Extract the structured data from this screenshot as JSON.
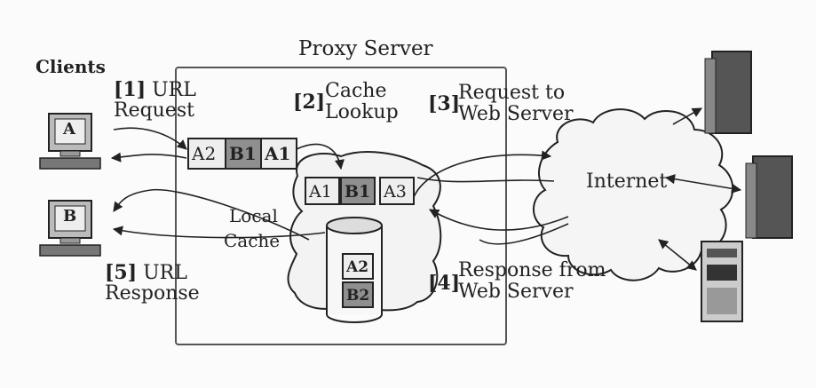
{
  "title": "Proxy Server",
  "clients_label": "Clients",
  "clients": [
    "A",
    "B"
  ],
  "steps": {
    "s1": {
      "num": "[1]",
      "line1": "URL",
      "line2": "Request"
    },
    "s2": {
      "num": "[2]",
      "line1": "Cache",
      "line2": "Lookup"
    },
    "s3": {
      "num": "[3]",
      "line1": "Request to",
      "line2": "Web Server"
    },
    "s4": {
      "num": "[4]",
      "line1": "Response from",
      "line2": "Web Server"
    },
    "s5": {
      "num": "[5]",
      "line1": "URL",
      "line2": "Response"
    }
  },
  "queue": [
    "A2",
    "B1",
    "A1"
  ],
  "cache_row": [
    "A1",
    "B1",
    "A3"
  ],
  "local_cache": {
    "line1": "Local",
    "line2": "Cache"
  },
  "disk_items": [
    "A2",
    "B2"
  ],
  "internet_label": "Internet",
  "colors": {
    "line": "#222222",
    "shaded": "#8f8f8f",
    "box": "#e8e8e8"
  }
}
